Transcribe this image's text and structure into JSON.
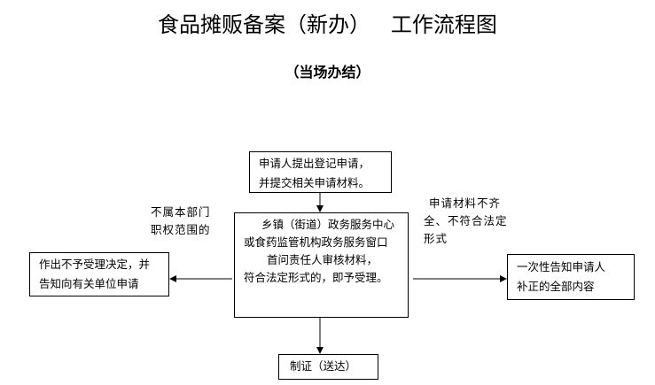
{
  "title": "食品摊贩备案（新办）   工作流程图",
  "subtitle": "（当场办结）",
  "nodes": {
    "apply": [
      "申请人提出登记申请，",
      "并提交相关申请材料。"
    ],
    "review": [
      "乡镇（街道）政务服务中心",
      "或食药监管机构政务服务窗口",
      "首问责任人审核材料，",
      "符合法定形式的，即予受理。"
    ],
    "reject": [
      "作出不予受理决定，并",
      "告知向有关单位申请"
    ],
    "notify": [
      "一次性告知申请人",
      "补正的全部内容"
    ],
    "issue": "制证（送达）"
  },
  "edge_labels": {
    "out_of_scope": [
      "不属本部门",
      "职权范围的"
    ],
    "incomplete": [
      "申请材料不齐",
      "全、不符合法定",
      "形式"
    ]
  }
}
